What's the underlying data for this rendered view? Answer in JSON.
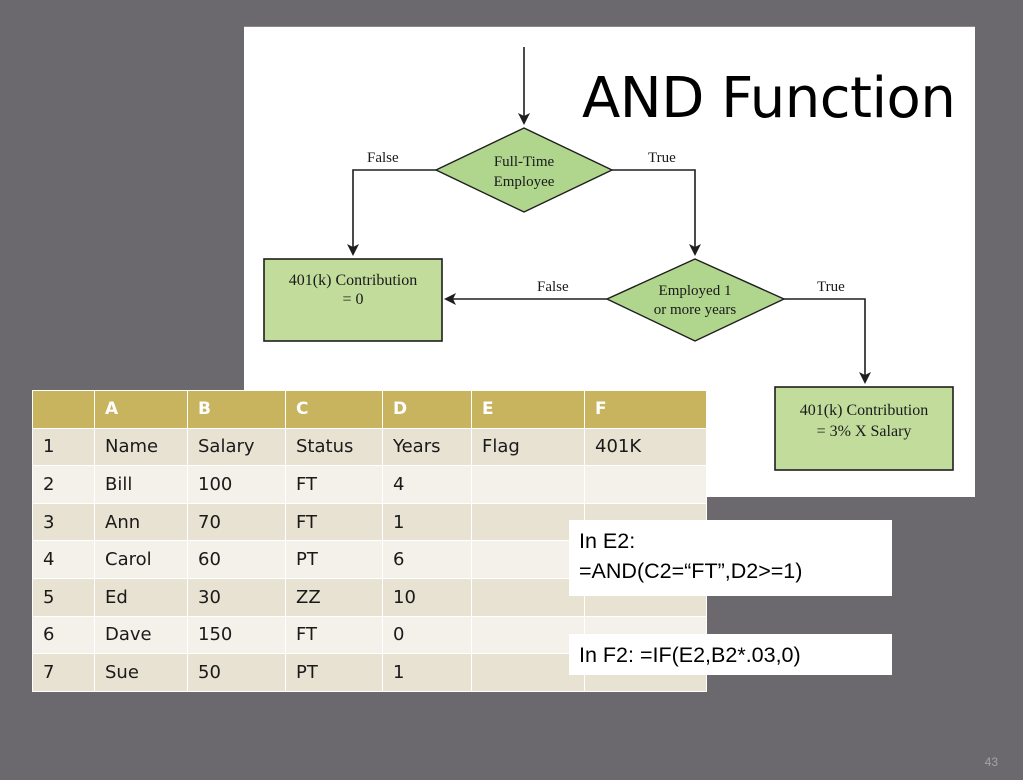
{
  "title": "AND Function",
  "flowchart": {
    "decision1": {
      "line1": "Full-Time",
      "line2": "Employee",
      "false_label": "False",
      "true_label": "True"
    },
    "decision2": {
      "line1": "Employed 1",
      "line2": "or more years",
      "false_label": "False",
      "true_label": "True"
    },
    "outcome_false": {
      "line1": "401(k) Contribution",
      "line2": "= 0"
    },
    "outcome_true": {
      "line1": "401(k) Contribution",
      "line2": "= 3% X Salary"
    },
    "colors": {
      "fill": "#c2dc9c",
      "decision_fill": "#b0d68d",
      "stroke": "#1e1e1e"
    }
  },
  "table": {
    "headers": [
      "",
      "A",
      "B",
      "C",
      "D",
      "E",
      "F"
    ],
    "rows": [
      [
        "1",
        "Name",
        "Salary",
        "Status",
        "Years",
        "Flag",
        "401K"
      ],
      [
        "2",
        "Bill",
        "100",
        "FT",
        "4",
        "",
        ""
      ],
      [
        "3",
        "Ann",
        "70",
        "FT",
        "1",
        "",
        ""
      ],
      [
        "4",
        "Carol",
        "60",
        "PT",
        "6",
        "",
        ""
      ],
      [
        "5",
        "Ed",
        "30",
        "ZZ",
        "10",
        "",
        ""
      ],
      [
        "6",
        "Dave",
        "150",
        "FT",
        "0",
        "",
        ""
      ],
      [
        "7",
        "Sue",
        "50",
        "PT",
        "1",
        "",
        ""
      ]
    ],
    "colors": {
      "header": "#c8b35e",
      "row_odd": "#e8e2d2",
      "row_even": "#f4f1ea"
    }
  },
  "callouts": {
    "e2_label": "In E2:",
    "e2_formula": "=AND(C2=“FT”,D2>=1)",
    "f2_text": "In F2:  =IF(E2,B2*.03,0)"
  },
  "page_number": "43"
}
